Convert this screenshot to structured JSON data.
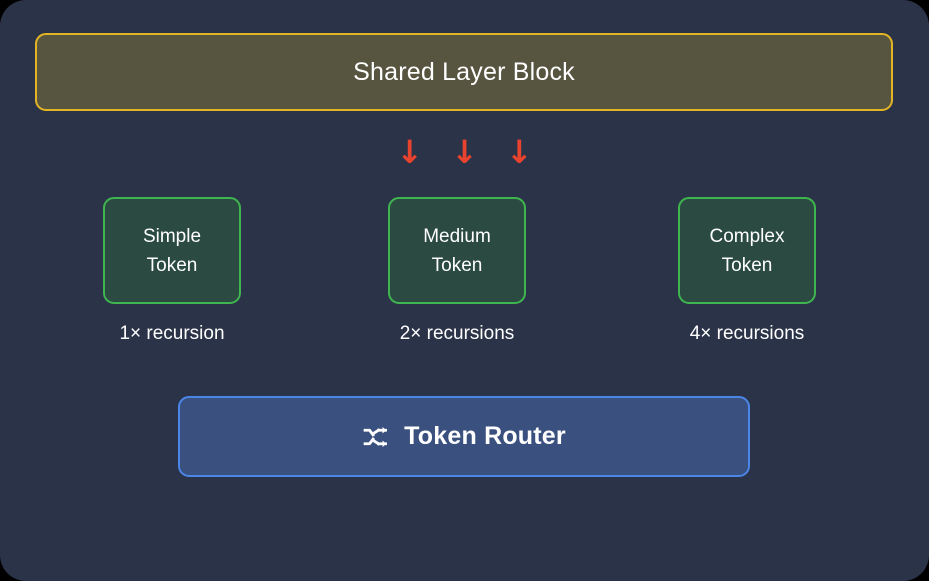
{
  "diagram": {
    "background_color": "#2b3348",
    "shared_block": {
      "label": "Shared Layer Block",
      "fill_color": "#575440",
      "border_color": "#e3b522"
    },
    "arrows": {
      "glyph": "↓",
      "color": "#e8432f",
      "count": 3,
      "items": [
        {
          "glyph": "↓"
        },
        {
          "glyph": "↓"
        },
        {
          "glyph": "↓"
        }
      ]
    },
    "tokens": {
      "fill_color": "#2b4a42",
      "border_color": "#3fb54f",
      "items": [
        {
          "line1": "Simple",
          "line2": "Token",
          "caption": "1× recursion"
        },
        {
          "line1": "Medium",
          "line2": "Token",
          "caption": "2× recursions"
        },
        {
          "line1": "Complex",
          "line2": "Token",
          "caption": "4× recursions"
        }
      ]
    },
    "router": {
      "label": "Token Router",
      "icon": "shuffle-icon",
      "fill_color": "#3a507f",
      "border_color": "#4a85e8"
    }
  }
}
